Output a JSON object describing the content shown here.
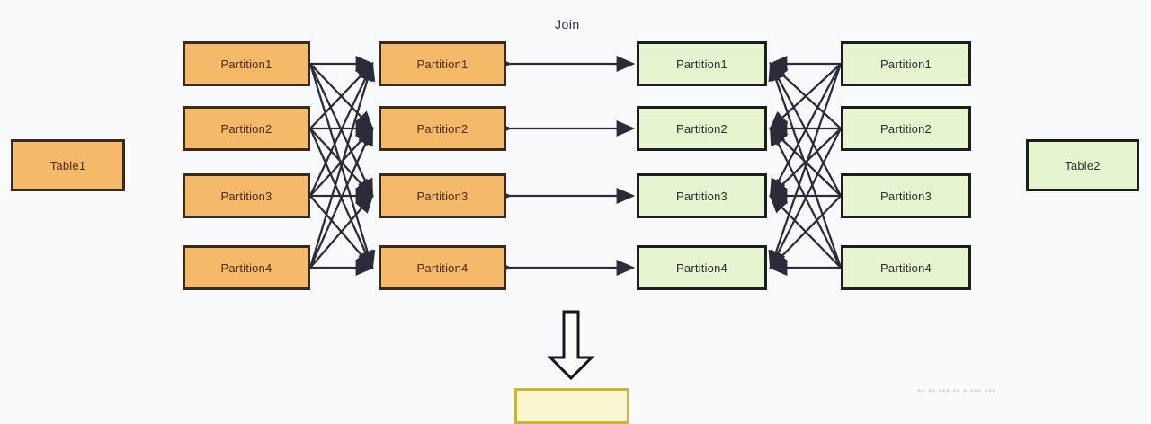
{
  "diagram": {
    "title_label": "Join",
    "background_color": "#f8fafc",
    "palette": {
      "orange_fill": "#f5b96a",
      "orange_border": "#3a2a1c",
      "green_fill": "#e4f5cf",
      "green_border": "#1d1d1d",
      "yellow_fill": "#fbf6d2",
      "yellow_border": "#c9b832",
      "edge_color": "#2b2b3a",
      "join_label_color": "#2a2a4a"
    },
    "tables": [
      {
        "name": "table1",
        "label": "Table1",
        "style": "orange"
      },
      {
        "name": "table2",
        "label": "Table2",
        "style": "green"
      }
    ],
    "columns": [
      {
        "name": "table1-source-partitions",
        "style": "orange",
        "nodes": [
          {
            "label": "Partition1"
          },
          {
            "label": "Partition2"
          },
          {
            "label": "Partition3"
          },
          {
            "label": "Partition4"
          }
        ]
      },
      {
        "name": "table1-shuffled-partitions",
        "style": "orange",
        "nodes": [
          {
            "label": "Partition1"
          },
          {
            "label": "Partition2"
          },
          {
            "label": "Partition3"
          },
          {
            "label": "Partition4"
          }
        ]
      },
      {
        "name": "table2-shuffled-partitions",
        "style": "green",
        "nodes": [
          {
            "label": "Partition1"
          },
          {
            "label": "Partition2"
          },
          {
            "label": "Partition3"
          },
          {
            "label": "Partition4"
          }
        ]
      },
      {
        "name": "table2-source-partitions",
        "style": "green",
        "nodes": [
          {
            "label": "Partition1"
          },
          {
            "label": "Partition2"
          },
          {
            "label": "Partition3"
          },
          {
            "label": "Partition4"
          }
        ]
      }
    ],
    "result_box": {
      "name": "join-result-box",
      "label": ""
    },
    "watermark_text": "•• ••   ••• ••  •  •••  •••"
  }
}
